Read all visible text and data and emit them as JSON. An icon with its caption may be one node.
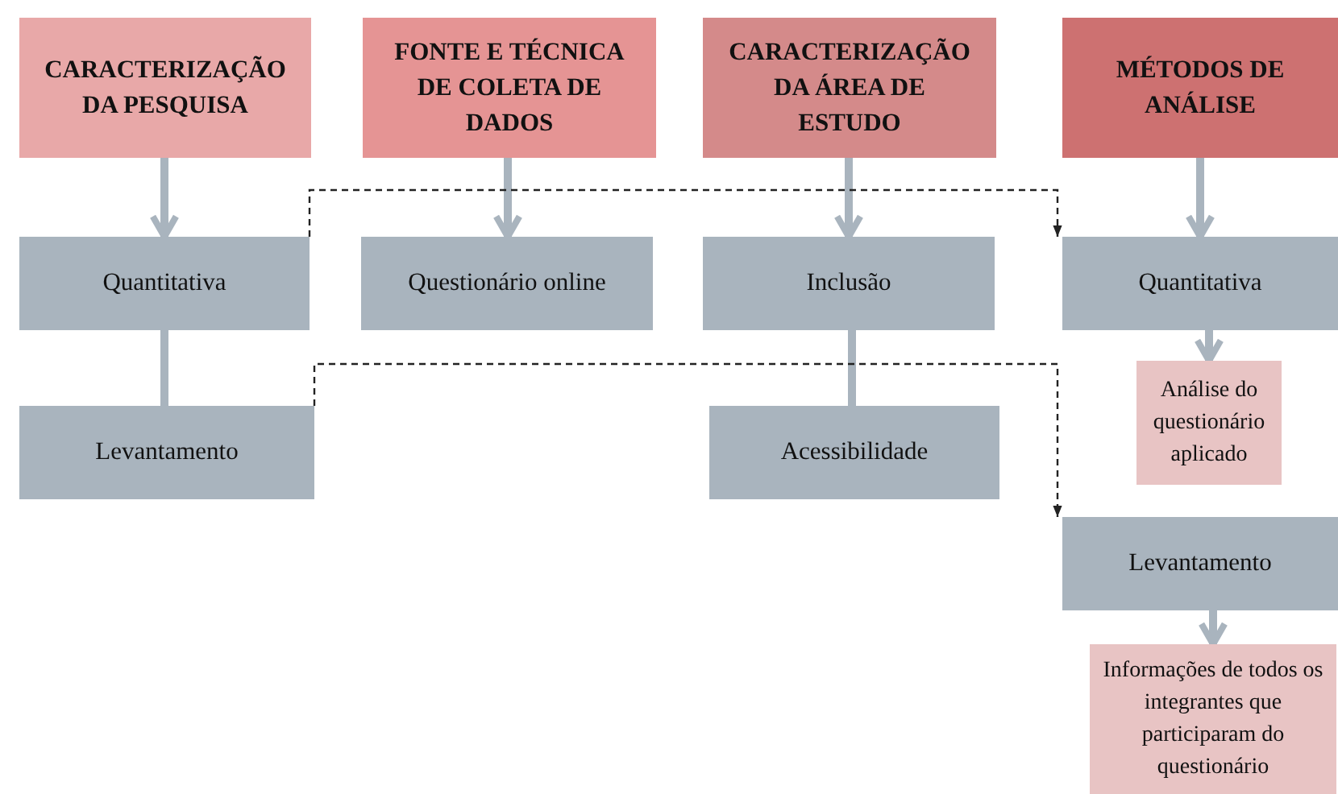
{
  "diagram": {
    "nodes": [
      {
        "text": [
          "CARACTERIZAÇÃO DA PESQUISA"
        ]
      },
      {
        "text": [
          "FONTE E TÉCNICA DE COLETA DE DADOS"
        ]
      },
      {
        "text": [
          "CARACTERIZAÇÃO DA ÁREA DE ESTUDO"
        ]
      },
      {
        "text": [
          "MÉTODOS DE ANÁLISE"
        ]
      },
      {
        "text": [
          "Quantitativa"
        ]
      },
      {
        "text": [
          "Questionário online"
        ]
      },
      {
        "text": [
          "Inclusão"
        ]
      },
      {
        "text": [
          "Quantitativa"
        ]
      },
      {
        "text": [
          "Levantamento"
        ]
      },
      {
        "text": [
          "Acessibilidade"
        ]
      },
      {
        "text": [
          "Análise do questionário aplicado"
        ]
      },
      {
        "text": [
          "Levantamento"
        ]
      },
      {
        "text": [
          "Informações de todos os integrantes que participaram do questionário"
        ]
      }
    ],
    "edges": [
      {
        "from": 0,
        "to": 4,
        "arrow": "to"
      },
      {
        "from": 1,
        "to": 5,
        "arrow": "to"
      },
      {
        "from": 2,
        "to": 6,
        "arrow": "to"
      },
      {
        "from": 3,
        "to": 7,
        "arrow": "to"
      },
      {
        "from": 4,
        "to": 8,
        "arrow": "none"
      },
      {
        "from": 6,
        "to": 9,
        "arrow": "none"
      },
      {
        "from": 7,
        "to": 10,
        "arrow": "to"
      },
      {
        "from": 11,
        "to": 12,
        "arrow": "to"
      },
      {
        "from": 4,
        "to": 7,
        "arrow": "to",
        "style": "dashed",
        "color": "#222222"
      },
      {
        "from": 8,
        "to": 11,
        "arrow": "to",
        "style": "dashed",
        "color": "#222222"
      }
    ]
  }
}
